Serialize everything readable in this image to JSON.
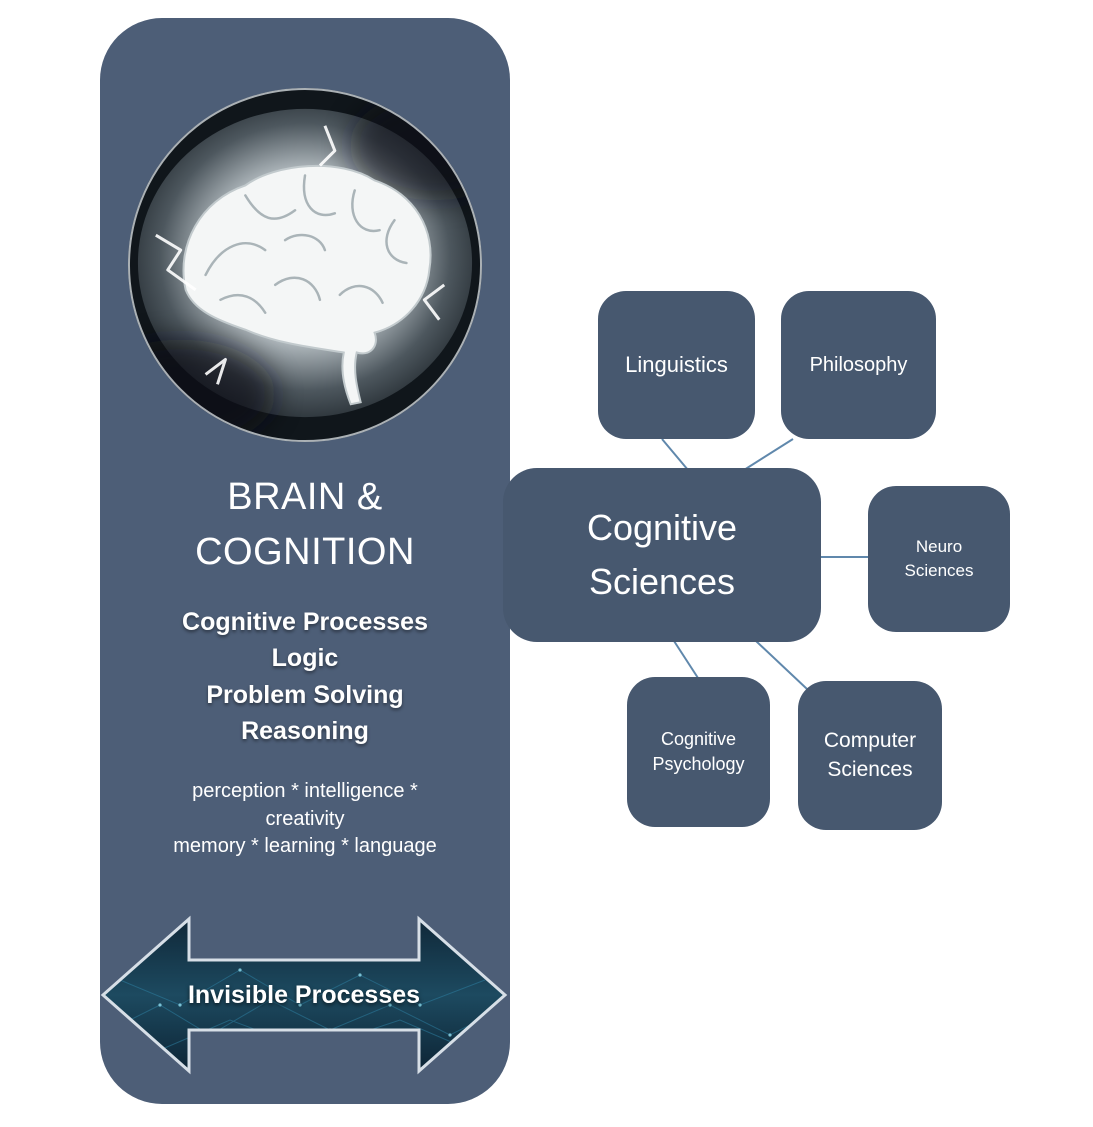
{
  "panel": {
    "title_line1": "BRAIN &",
    "title_line2": "COGNITION",
    "bold_lines": [
      "Cognitive Processes",
      "Logic",
      "Problem Solving",
      "Reasoning"
    ],
    "detail_lines": [
      "perception * intelligence *",
      "creativity",
      "memory  * learning * language"
    ],
    "arrow_label": "Invisible Processes"
  },
  "diagram": {
    "center": {
      "line1": "Cognitive",
      "line2": "Sciences"
    },
    "nodes": [
      {
        "id": "linguistics",
        "line1": "Linguistics",
        "line2": ""
      },
      {
        "id": "philosophy",
        "line1": "Philosophy",
        "line2": ""
      },
      {
        "id": "neuro-sciences",
        "line1": "Neuro",
        "line2": "Sciences"
      },
      {
        "id": "cognitive-psychology",
        "line1": "Cognitive",
        "line2": "Psychology"
      },
      {
        "id": "computer-sciences",
        "line1": "Computer",
        "line2": "Sciences"
      }
    ]
  },
  "colors": {
    "panel": "#4d5e77",
    "node": "#47586f",
    "connector": "#6088ac",
    "arrow_border": "#d7dfe7",
    "arrow_fill_dark": "#10293c",
    "text": "#ffffff"
  }
}
